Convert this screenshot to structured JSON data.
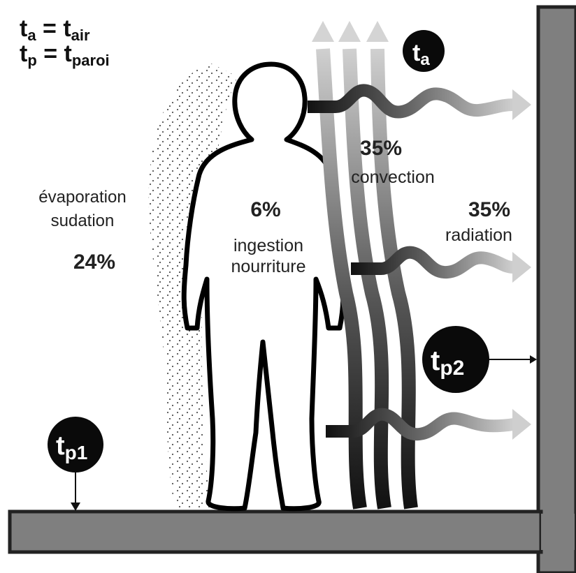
{
  "legend": {
    "line1": {
      "main": "t",
      "sub": "a",
      "eq": " = t",
      "sub2": "air"
    },
    "line2": {
      "main": "t",
      "sub": "p",
      "eq": " = t",
      "sub2": "paroi"
    }
  },
  "badges": {
    "ta": {
      "main": "t",
      "sub": "a"
    },
    "tp1": {
      "main": "t",
      "sub": "p1"
    },
    "tp2": {
      "main": "t",
      "sub": "p2"
    }
  },
  "labels": {
    "evaporation": "évaporation",
    "sudation": "sudation",
    "evap_pct": "24%",
    "ingestion_pct": "6%",
    "ingestion": "ingestion",
    "nourriture": "nourriture",
    "convection_pct": "35%",
    "convection": "convection",
    "radiation_pct": "35%",
    "radiation": "radiation"
  },
  "colors": {
    "wall": "#7f7f7f",
    "wall_stroke": "#222222",
    "badge": "#0a0a0a",
    "ink": "#111111"
  }
}
